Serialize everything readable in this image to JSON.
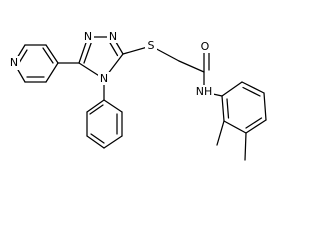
{
  "molecule": {
    "atoms": {
      "triazole_n1": "N",
      "triazole_n2": "N",
      "triazole_n4": "N",
      "thioether_s": "S",
      "carbonyl_o": "O",
      "amide_nh": "NH",
      "pyridine_n": "N"
    }
  }
}
